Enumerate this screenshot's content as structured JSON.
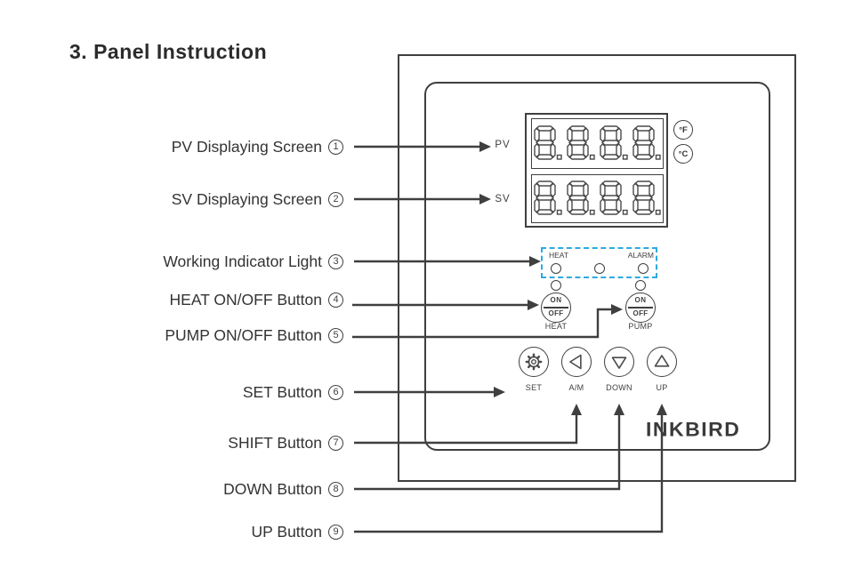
{
  "title": "3. Panel Instruction",
  "callouts": [
    {
      "num": "1",
      "label": "PV Displaying Screen"
    },
    {
      "num": "2",
      "label": "SV Displaying Screen"
    },
    {
      "num": "3",
      "label": "Working Indicator Light"
    },
    {
      "num": "4",
      "label": "HEAT ON/OFF Button"
    },
    {
      "num": "5",
      "label": "PUMP ON/OFF Button"
    },
    {
      "num": "6",
      "label": "SET Button"
    },
    {
      "num": "7",
      "label": "SHIFT Button"
    },
    {
      "num": "8",
      "label": "DOWN Button"
    },
    {
      "num": "9",
      "label": "UP Button"
    }
  ],
  "device": {
    "brand": "INKBIRD",
    "pv_row_label": "PV",
    "sv_row_label": "SV",
    "pv_segment_text": "8.8.8.8.",
    "sv_segment_text": "8.8.8.8.",
    "unit_fahrenheit": "°F",
    "unit_celsius": "°C",
    "indicator_panel": {
      "heat_label": "HEAT",
      "alarm_label": "ALARM"
    },
    "heat_switch": {
      "on": "ON",
      "off": "OFF",
      "caption": "HEAT"
    },
    "pump_switch": {
      "on": "ON",
      "off": "OFF",
      "caption": "PUMP"
    },
    "keys": [
      {
        "caption": "SET",
        "icon": "gear-icon"
      },
      {
        "caption": "A/M",
        "icon": "triangle-left-icon"
      },
      {
        "caption": "DOWN",
        "icon": "triangle-down-icon"
      },
      {
        "caption": "UP",
        "icon": "triangle-up-icon"
      }
    ]
  },
  "colors": {
    "line_art": "#3f3f3f",
    "indicator_dash": "#2fa9e1"
  }
}
